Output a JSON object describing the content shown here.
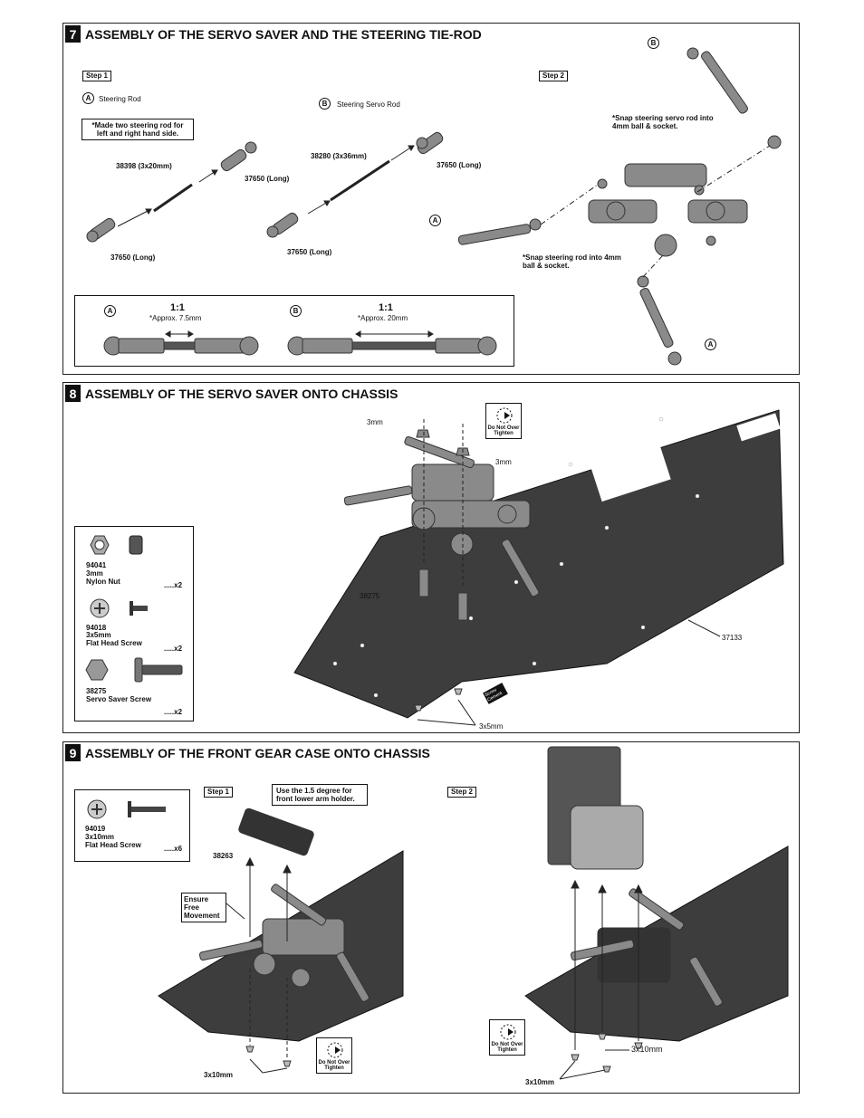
{
  "section7": {
    "number": "7",
    "title": "ASSEMBLY OF THE SERVO SAVER AND THE STEERING TIE-ROD",
    "step1": "Step 1",
    "step2": "Step 2",
    "label_a": "A",
    "label_b": "B",
    "steering_rod": "Steering Rod",
    "steering_servo_rod": "Steering Servo Rod",
    "note_made_two": "*Made two steering rod for left and right hand side.",
    "p38398": "38398 (3x20mm)",
    "p37650_long": "37650 (Long)",
    "p38280": "38280 (3x36mm)",
    "snap_servo": "*Snap steering servo rod into 4mm ball & socket.",
    "snap_rod": "*Snap steering rod into 4mm ball & socket.",
    "scale_a": "1:1",
    "approx_a": "*Approx. 7.5mm",
    "scale_b": "1:1",
    "approx_b": "*Approx. 20mm"
  },
  "section8": {
    "number": "8",
    "title": "ASSEMBLY OF THE SERVO SAVER  ONTO CHASSIS",
    "m3": "3mm",
    "do_not_over_tighten": "Do Not Over Tighten",
    "p38275": "38275",
    "p37133": "37133",
    "screw_cement": "Screw Cement",
    "m3x5": "3x5mm",
    "parts": [
      {
        "code": "94041",
        "size": "3mm",
        "name": "Nylon Nut",
        "qty": ".....x2"
      },
      {
        "code": "94018",
        "size": "3x5mm",
        "name": "Flat Head Screw",
        "qty": ".....x2"
      },
      {
        "code": "38275",
        "size": "",
        "name": "Servo Saver Screw",
        "qty": ".....x2"
      }
    ]
  },
  "section9": {
    "number": "9",
    "title": "ASSEMBLY OF THE FRONT GEAR CASE ONTO CHASSIS",
    "step1": "Step 1",
    "step2": "Step 2",
    "note_degree": "Use the 1.5 degree for front lower arm holder.",
    "p38263": "38263",
    "ensure": "Ensure Free Movement",
    "m3x10": "3x10mm",
    "do_not_over_tighten": "Do Not Over Tighten",
    "part": {
      "code": "94019",
      "size": "3x10mm",
      "name": "Flat Head Screw",
      "qty": ".....x6"
    }
  }
}
